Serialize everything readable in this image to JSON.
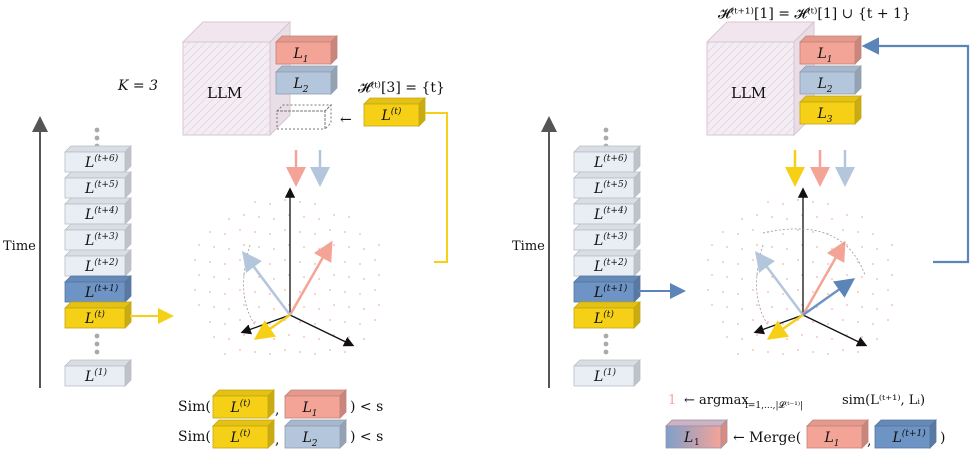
{
  "left": {
    "k_label": "K = 3",
    "llm_label": "LLM",
    "layers": [
      "L",
      "L"
    ],
    "layer_subs": [
      "1",
      "2"
    ],
    "history_label": "𝓗⁽ᵗ⁾[3] = {t}",
    "incoming": {
      "base": "L",
      "sup": "(t)"
    },
    "arrow_left": "←",
    "time_label": "Time",
    "timeline": [
      {
        "base": "L",
        "sup": "(t+6)"
      },
      {
        "base": "L",
        "sup": "(t+5)"
      },
      {
        "base": "L",
        "sup": "(t+4)"
      },
      {
        "base": "L",
        "sup": "(t+3)"
      },
      {
        "base": "L",
        "sup": "(t+2)"
      },
      {
        "base": "L",
        "sup": "(t+1)"
      },
      {
        "base": "L",
        "sup": "(t)"
      },
      {
        "base": "L",
        "sup": "(1)"
      }
    ],
    "sim1": {
      "prefix": "Sim(",
      "a": "L",
      "a_sup": "(t)",
      "comma": ",",
      "b": "L",
      "b_sub": "1",
      "suffix": ") < s"
    },
    "sim2": {
      "prefix": "Sim(",
      "a": "L",
      "a_sup": "(t)",
      "comma": ",",
      "b": "L",
      "b_sub": "2",
      "suffix": ") < s"
    }
  },
  "right": {
    "header": "𝓗⁽ᵗ⁺¹⁾[1] = 𝓗⁽ᵗ⁾[1] ∪ {t + 1}",
    "llm_label": "LLM",
    "layers": [
      "L",
      "L",
      "L"
    ],
    "layer_subs": [
      "1",
      "2",
      "3"
    ],
    "time_label": "Time",
    "timeline": [
      {
        "base": "L",
        "sup": "(t+6)"
      },
      {
        "base": "L",
        "sup": "(t+5)"
      },
      {
        "base": "L",
        "sup": "(t+4)"
      },
      {
        "base": "L",
        "sup": "(t+3)"
      },
      {
        "base": "L",
        "sup": "(t+2)"
      },
      {
        "base": "L",
        "sup": "(t+1)"
      },
      {
        "base": "L",
        "sup": "(t)"
      },
      {
        "base": "L",
        "sup": "(1)"
      }
    ],
    "argmax": {
      "index": "1",
      "text": "← argmax",
      "sub": "i=1,...,|𝓛⁽ᵗ⁻¹⁾|",
      "tail": "sim(L⁽ᵗ⁺¹⁾, Lᵢ)"
    },
    "merge": {
      "result": "L",
      "result_sub": "1",
      "text": "← Merge(",
      "a": "L",
      "a_sub": "1",
      "comma": ",",
      "b": "L",
      "b_sup": "(t+1)",
      "close": ")"
    }
  },
  "colors": {
    "salmon": "#f4a497",
    "blue_gray": "#b4c6dc",
    "yellow": "#f5d017",
    "blue": "#6d94c5",
    "light_box": "#e9eef5",
    "arrow_dark": "#555555",
    "arrow_blue": "#5b84b8"
  }
}
